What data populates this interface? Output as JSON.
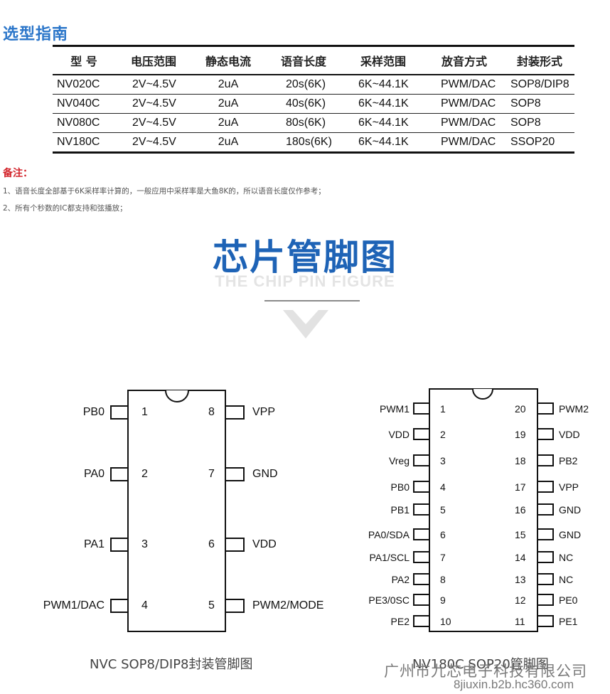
{
  "section_title": "选型指南",
  "table": {
    "headers": [
      "型 号",
      "电压范围",
      "静态电流",
      "语音长度",
      "采样范围",
      "放音方式",
      "封装形式"
    ],
    "rows": [
      [
        "NV020C",
        "2V~4.5V",
        "2uA",
        "20s(6K)",
        "6K~44.1K",
        "PWM/DAC",
        "SOP8/DIP8"
      ],
      [
        "NV040C",
        "2V~4.5V",
        "2uA",
        "40s(6K)",
        "6K~44.1K",
        "PWM/DAC",
        "SOP8"
      ],
      [
        "NV080C",
        "2V~4.5V",
        "2uA",
        "80s(6K)",
        "6K~44.1K",
        "PWM/DAC",
        "SOP8"
      ],
      [
        "NV180C",
        "2V~4.5V",
        "2uA",
        "180s(6K)",
        "6K~44.1K",
        "PWM/DAC",
        "SSOP20"
      ]
    ]
  },
  "notes": {
    "title": "备注：",
    "items": [
      "1、语音长度全部基于6K采样率计算的，一般应用中采样率是大鱼8K的，所以语音长度仅作参考；",
      "2、所有个秒数的IC都支持和弦播放；"
    ]
  },
  "pin_section": {
    "title": "芯片管脚图",
    "subtitle": "THE CHIP PIN FIGURE"
  },
  "sop8": {
    "caption": "NVC SOP8/DIP8封装管脚图",
    "left_pins": [
      {
        "num": "1",
        "name": "PB0"
      },
      {
        "num": "2",
        "name": "PA0"
      },
      {
        "num": "3",
        "name": "PA1"
      },
      {
        "num": "4",
        "name": "PWM1/DAC"
      }
    ],
    "right_pins": [
      {
        "num": "8",
        "name": "VPP"
      },
      {
        "num": "7",
        "name": "GND"
      },
      {
        "num": "6",
        "name": "VDD"
      },
      {
        "num": "5",
        "name": "PWM2/MODE"
      }
    ]
  },
  "sop20": {
    "caption": "NV180C  SOP20管脚图",
    "left_pins": [
      {
        "num": "1",
        "name": "PWM1"
      },
      {
        "num": "2",
        "name": "VDD"
      },
      {
        "num": "3",
        "name": "Vreg"
      },
      {
        "num": "4",
        "name": "PB0"
      },
      {
        "num": "5",
        "name": "PB1"
      },
      {
        "num": "6",
        "name": "PA0/SDA"
      },
      {
        "num": "7",
        "name": "PA1/SCL"
      },
      {
        "num": "8",
        "name": "PA2"
      },
      {
        "num": "9",
        "name": "PE3/0SC"
      },
      {
        "num": "10",
        "name": "PE2"
      }
    ],
    "right_pins": [
      {
        "num": "20",
        "name": "PWM2"
      },
      {
        "num": "19",
        "name": "VDD"
      },
      {
        "num": "18",
        "name": "PB2"
      },
      {
        "num": "17",
        "name": "VPP"
      },
      {
        "num": "16",
        "name": "GND"
      },
      {
        "num": "15",
        "name": "GND"
      },
      {
        "num": "14",
        "name": "NC"
      },
      {
        "num": "13",
        "name": "NC"
      },
      {
        "num": "12",
        "name": "PE0"
      },
      {
        "num": "11",
        "name": "PE1"
      }
    ]
  },
  "watermark": {
    "company": "广州市九芯电子科技有限公司",
    "site": "8jiuxin.b2b.hc360.com"
  }
}
